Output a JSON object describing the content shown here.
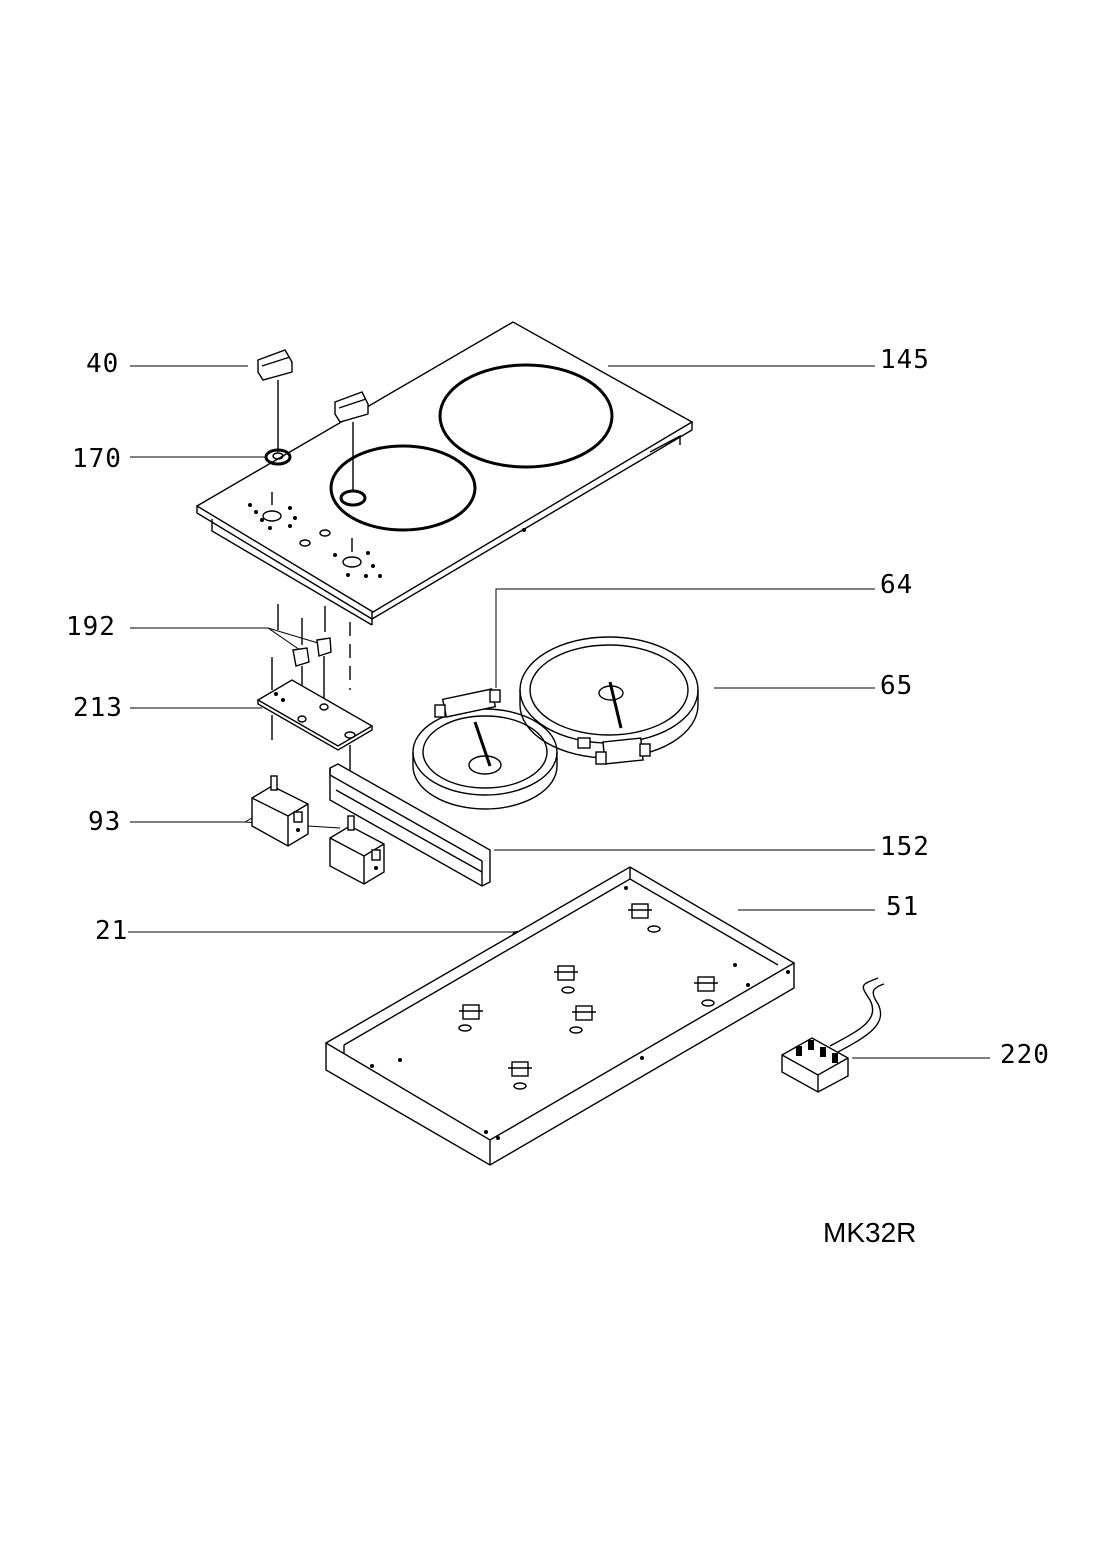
{
  "labels": {
    "p40": "40",
    "p170": "170",
    "p192": "192",
    "p213": "213",
    "p93": "93",
    "p21": "21",
    "p145": "145",
    "p64": "64",
    "p65": "65",
    "p152": "152",
    "p51": "51",
    "p220": "220"
  },
  "model": "MK32R"
}
